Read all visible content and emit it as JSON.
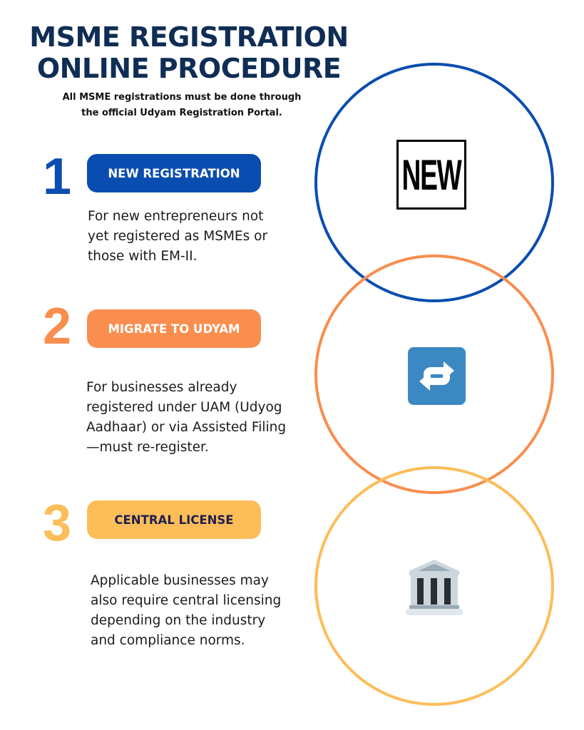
{
  "header": {
    "title_line1": "MSME REGISTRATION",
    "title_line2": "ONLINE PROCEDURE",
    "subtitle_line1": "All MSME registrations must be done through",
    "subtitle_line2": "the official Udyam Registration Portal."
  },
  "steps": [
    {
      "number": "1",
      "label": "NEW REGISTRATION",
      "color": "#0a4db0",
      "text_color": "#ffffff",
      "icon": "new-icon",
      "icon_text": "NEW",
      "description": [
        "For new entrepreneurs not",
        "yet registered as MSMEs or",
        "those with EM-II."
      ]
    },
    {
      "number": "2",
      "label": "MIGRATE TO UDYAM",
      "color": "#f98e4e",
      "text_color": "#ffffff",
      "icon": "repeat-arrows-icon",
      "description": [
        "For businesses already",
        "registered under UAM (Udyog",
        "Aadhaar) or via Assisted Filing",
        "—must re-register."
      ]
    },
    {
      "number": "3",
      "label": "CENTRAL LICENSE",
      "color": "#fdbd59",
      "text_color": "#1f1f4f",
      "icon": "government-building-icon",
      "description": [
        "Applicable businesses may",
        "also require central licensing",
        "depending on the industry",
        "and compliance norms."
      ]
    }
  ]
}
